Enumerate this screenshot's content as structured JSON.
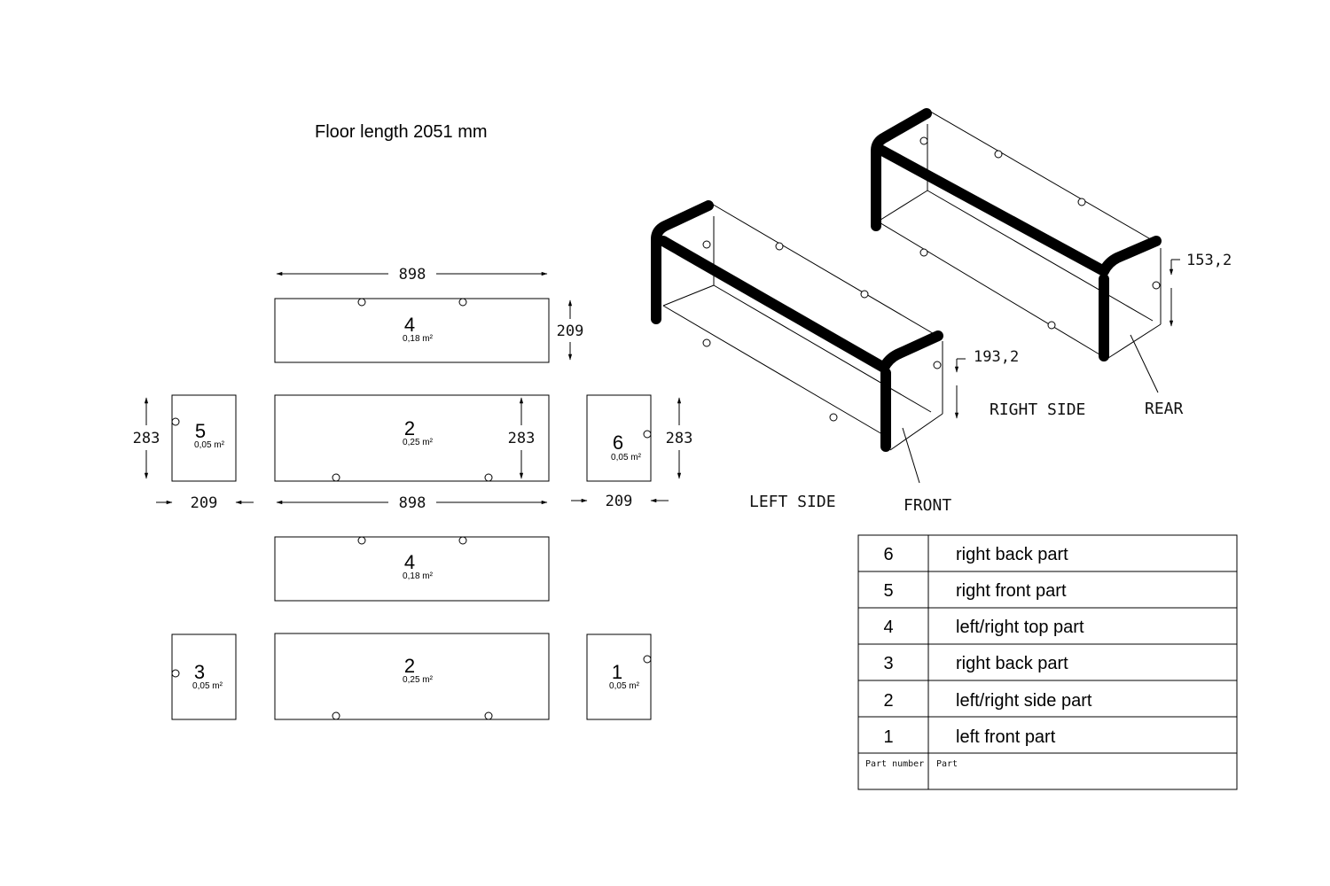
{
  "title": "Floor length 2051 mm",
  "panels": [
    {
      "number": "4",
      "area": "0,18 m²"
    },
    {
      "number": "5",
      "area": "0,05 m²"
    },
    {
      "number": "2",
      "area": "0,25 m²"
    },
    {
      "number": "6",
      "area": "0,05 m²"
    },
    {
      "number": "4",
      "area": "0,18 m²"
    },
    {
      "number": "3",
      "area": "0,05 m²"
    },
    {
      "number": "2",
      "area": "0,25 m²"
    },
    {
      "number": "1",
      "area": "0,05 m²"
    }
  ],
  "dimensions": {
    "top_width": "898",
    "top_height": "209",
    "left_height": "283",
    "center_height": "283",
    "right_height": "283",
    "left_width": "209",
    "center_width": "898",
    "right_width": "209"
  },
  "views": {
    "left_height_dim": "193,2",
    "right_height_dim": "153,2",
    "left_side": "LEFT SIDE",
    "front": "FRONT",
    "right_side": "RIGHT SIDE",
    "rear": "REAR"
  },
  "parts_table": {
    "rows": [
      {
        "number": "6",
        "part": "right back part"
      },
      {
        "number": "5",
        "part": "right front part"
      },
      {
        "number": "4",
        "part": "left/right top part"
      },
      {
        "number": "3",
        "part": "right back part"
      },
      {
        "number": "2",
        "part": "left/right side part"
      },
      {
        "number": "1",
        "part": "left front part"
      }
    ],
    "header_number": "Part number",
    "header_part": "Part"
  }
}
